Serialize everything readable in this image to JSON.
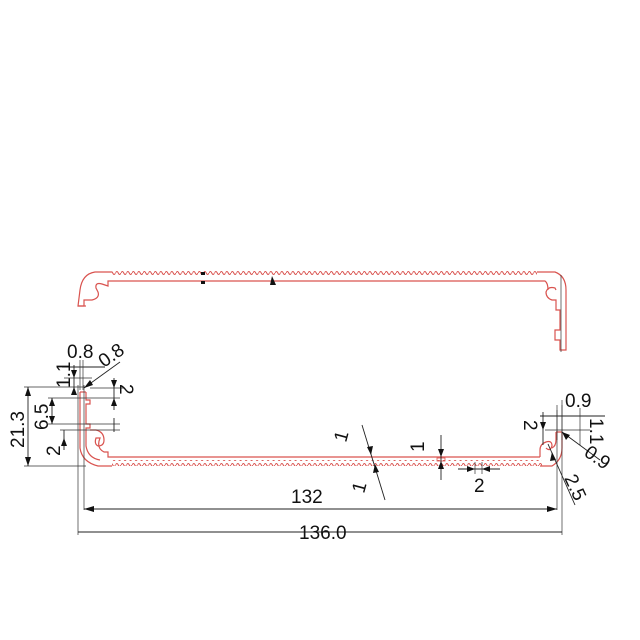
{
  "drawing": {
    "title": "Aluminum enclosure extrusion profile",
    "profile_color": "#d9534f",
    "dimension_color": "#111111",
    "views": [
      {
        "name": "top-cover-profile",
        "description": "Upper half shell with serrated heat-sink teeth"
      },
      {
        "name": "bottom-base-profile",
        "description": "Lower half shell with serrated heat-sink teeth and dimensions"
      }
    ],
    "dimensions": {
      "overall_width": "136.0",
      "inner_width": "132",
      "overall_height": "21.3",
      "left_slot_height": "6.5",
      "left_top_offset": "1.1",
      "left_top_width": "0.8",
      "left_top_width_2": "0.8",
      "left_right_step": "2",
      "left_bottom_step": "2",
      "right_top_width": "0.9",
      "right_top_height": "1.1",
      "right_lip_width": "0.9",
      "right_step": "2",
      "right_radius": "2.5",
      "tooth_pitch": "2",
      "tooth_height": "1",
      "wall_thickness_a": "1",
      "wall_thickness_b": "1"
    }
  }
}
